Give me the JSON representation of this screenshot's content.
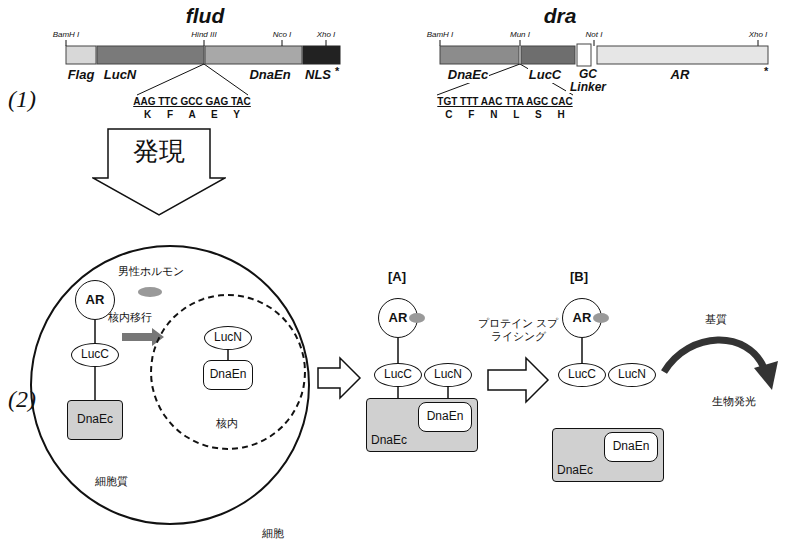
{
  "diagram": {
    "nodes": [
      {
        "text": [
          "発現"
        ]
      },
      {
        "text": [
          "細胞質",
          "細胞"
        ]
      },
      {
        "text": [
          "核内"
        ],
        "in": 1
      },
      {
        "text": [
          "AR"
        ],
        "in": 1
      },
      {
        "text": [
          "LucC"
        ],
        "in": 1
      },
      {
        "text": [
          "DnaEc"
        ],
        "in": 1
      },
      {
        "text": [
          "LucN"
        ],
        "in": 2
      },
      {
        "text": [
          "DnaEn"
        ],
        "in": 2
      },
      {
        "text": [
          "AR"
        ]
      },
      {
        "text": [
          "LucC"
        ]
      },
      {
        "text": [
          "LucN"
        ]
      },
      {
        "text": [
          "DnaEc"
        ]
      },
      {
        "text": [
          "DnaEn"
        ],
        "in": 11
      },
      {
        "text": [
          "AR"
        ]
      },
      {
        "text": [
          "LucC"
        ]
      },
      {
        "text": [
          "LucN"
        ]
      },
      {
        "text": [
          "DnaEc"
        ]
      },
      {
        "text": [
          "DnaEn"
        ],
        "in": 16
      }
    ],
    "edges": [
      {
        "from": 3,
        "to": 4,
        "arrow": "none"
      },
      {
        "from": 4,
        "to": 5,
        "arrow": "none"
      },
      {
        "from": 6,
        "to": 7,
        "arrow": "none"
      },
      {
        "from": 8,
        "to": 9,
        "arrow": "none"
      },
      {
        "from": 9,
        "to": 11,
        "arrow": "none"
      },
      {
        "from": 10,
        "to": 12,
        "arrow": "none"
      },
      {
        "from": 13,
        "to": 14,
        "arrow": "none"
      }
    ],
    "labels": [
      "(1)",
      "flud",
      "dra",
      "BamH I",
      "Hind III",
      "Nco I",
      "Xho I",
      "Flag",
      "LucN",
      "DnaEn",
      "NLS",
      "*",
      "AAG TTC GCC GAG TAC",
      "K F A E Y",
      "BamH I",
      "Mun I",
      "Not I",
      "Xho I",
      "DnaEc",
      "LucC",
      "GC Linker",
      "AR",
      "*",
      "TGT TTT AAC TTA AGC CAC",
      "C F N L S H",
      "(2)",
      "男性ホルモン",
      "核内移行",
      "[A]",
      "プロテイン スプライシング",
      "[B]",
      "基質",
      "生物発光"
    ]
  }
}
